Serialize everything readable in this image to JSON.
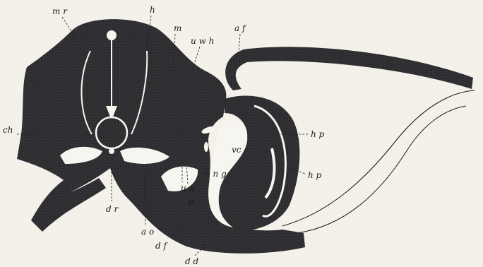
{
  "colors": {
    "paper": "#f4f1ea",
    "tissue": "#2b2b2e",
    "ink": "#1d1d1d",
    "cavity": "#f7f5ef"
  },
  "labels": {
    "mr": "m r",
    "h": "h",
    "m": "m",
    "uwh": "u w h",
    "af": "a f",
    "ch": "ch",
    "hp1": "h p",
    "vc": "vc",
    "ung": "u n g",
    "hp2": "h p",
    "un": "u n",
    "p": "p",
    "dr": "d r",
    "ao": "a o",
    "df": "d f",
    "dd": "d d"
  }
}
